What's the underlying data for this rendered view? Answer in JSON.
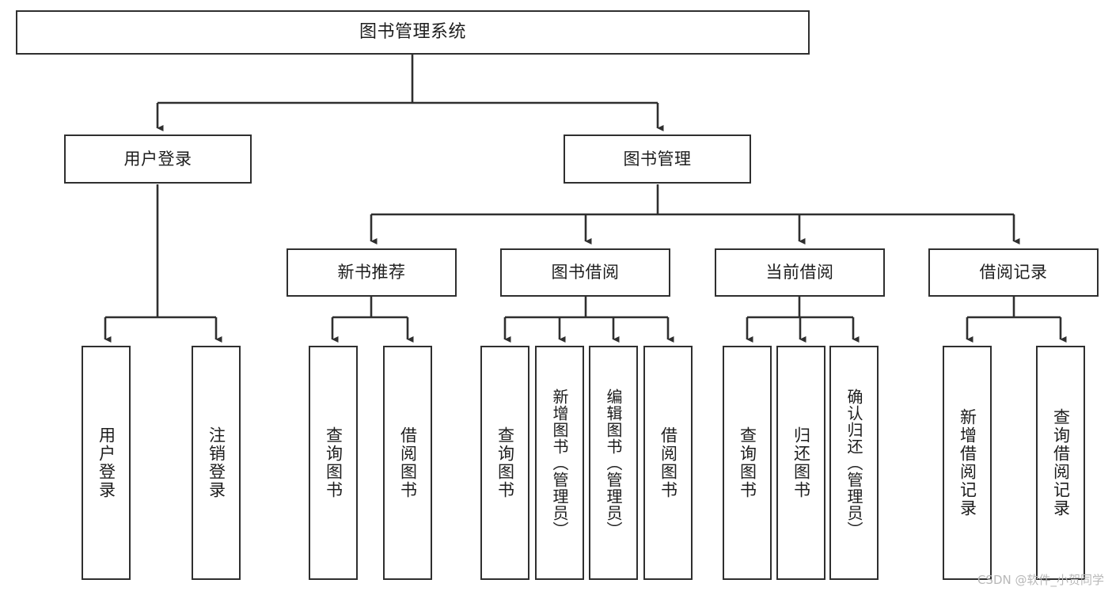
{
  "diagram": {
    "type": "tree-hierarchy-diagram",
    "title": "图书管理系统",
    "watermark": "CSDN @软件_小贺同学",
    "colors": {
      "box_border": "#2f2f2f",
      "box_fill": "#ffffff",
      "connector": "#2f2f2f",
      "text": "#1d1d1d",
      "watermark": "#b8b8b8"
    },
    "nodes": {
      "root": {
        "label": "图书管理系统"
      },
      "level2": [
        {
          "label": "用户登录"
        },
        {
          "label": "图书管理"
        }
      ],
      "level3": [
        {
          "label": "新书推荐"
        },
        {
          "label": "图书借阅"
        },
        {
          "label": "当前借阅"
        },
        {
          "label": "借阅记录"
        }
      ],
      "leaves_user_login": [
        {
          "label": "用户登录"
        },
        {
          "label": "注销登录"
        }
      ],
      "leaves_new_books": [
        {
          "label": "查询图书"
        },
        {
          "label": "借阅图书"
        }
      ],
      "leaves_borrow": [
        {
          "label": "查询图书"
        },
        {
          "label": "新增图书（管理员）"
        },
        {
          "label": "编辑图书（管理员）"
        },
        {
          "label": "借阅图书"
        }
      ],
      "leaves_current": [
        {
          "label": "查询图书"
        },
        {
          "label": "归还图书"
        },
        {
          "label": "确认归还（管理员）"
        }
      ],
      "leaves_records": [
        {
          "label": "新增借阅记录"
        },
        {
          "label": "查询借阅记录"
        }
      ]
    }
  }
}
